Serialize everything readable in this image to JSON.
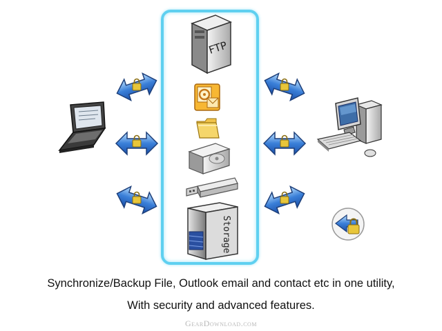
{
  "diagram": {
    "ftp_label": "FTP",
    "storage_label": "Storage",
    "caption_line_1": "Synchronize/Backup File, Outlook email and contact etc in one utility,",
    "caption_line_2": "With security and advanced features.",
    "watermark": "GearDownload.com"
  },
  "colors": {
    "panel_border": "#5fd0f0",
    "arrow_blue": "#3a7fd8",
    "lock_gold": "#e8c63a",
    "folder_yellow": "#f5d66b"
  },
  "icons": [
    "laptop-icon",
    "ftp-server-icon",
    "outlook-icon",
    "folder-icon",
    "hard-drive-icon",
    "usb-drive-icon",
    "storage-server-icon",
    "desktop-computer-icon",
    "secure-lock-badge-icon",
    "sync-arrow-icon"
  ]
}
